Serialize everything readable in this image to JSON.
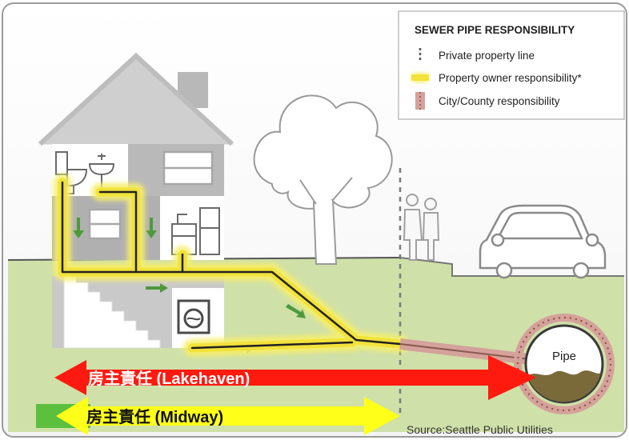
{
  "legend": {
    "title": "SEWER PIPE RESPONSIBILITY",
    "items": [
      {
        "icon": "property-line-icon",
        "label": "Private property line"
      },
      {
        "icon": "yellow-pipe-icon",
        "label": "Property owner responsibility*"
      },
      {
        "icon": "red-pipe-icon",
        "label": "City/County responsibility"
      }
    ]
  },
  "pipe_label": "Pipe",
  "arrows": {
    "lakehaven": "房主責任 (Lakehaven)",
    "midway": "房主責任 (Midway)"
  },
  "source": "Source:Seattle Public Utilities",
  "colors": {
    "owner_pipe": "#f2e23a",
    "city_pipe": "#d4a29a",
    "ground": "#cfe0a8",
    "red_arrow": "#ff1a0f",
    "yellow_arrow": "#ffff1a",
    "green_block": "#5cc03c"
  }
}
